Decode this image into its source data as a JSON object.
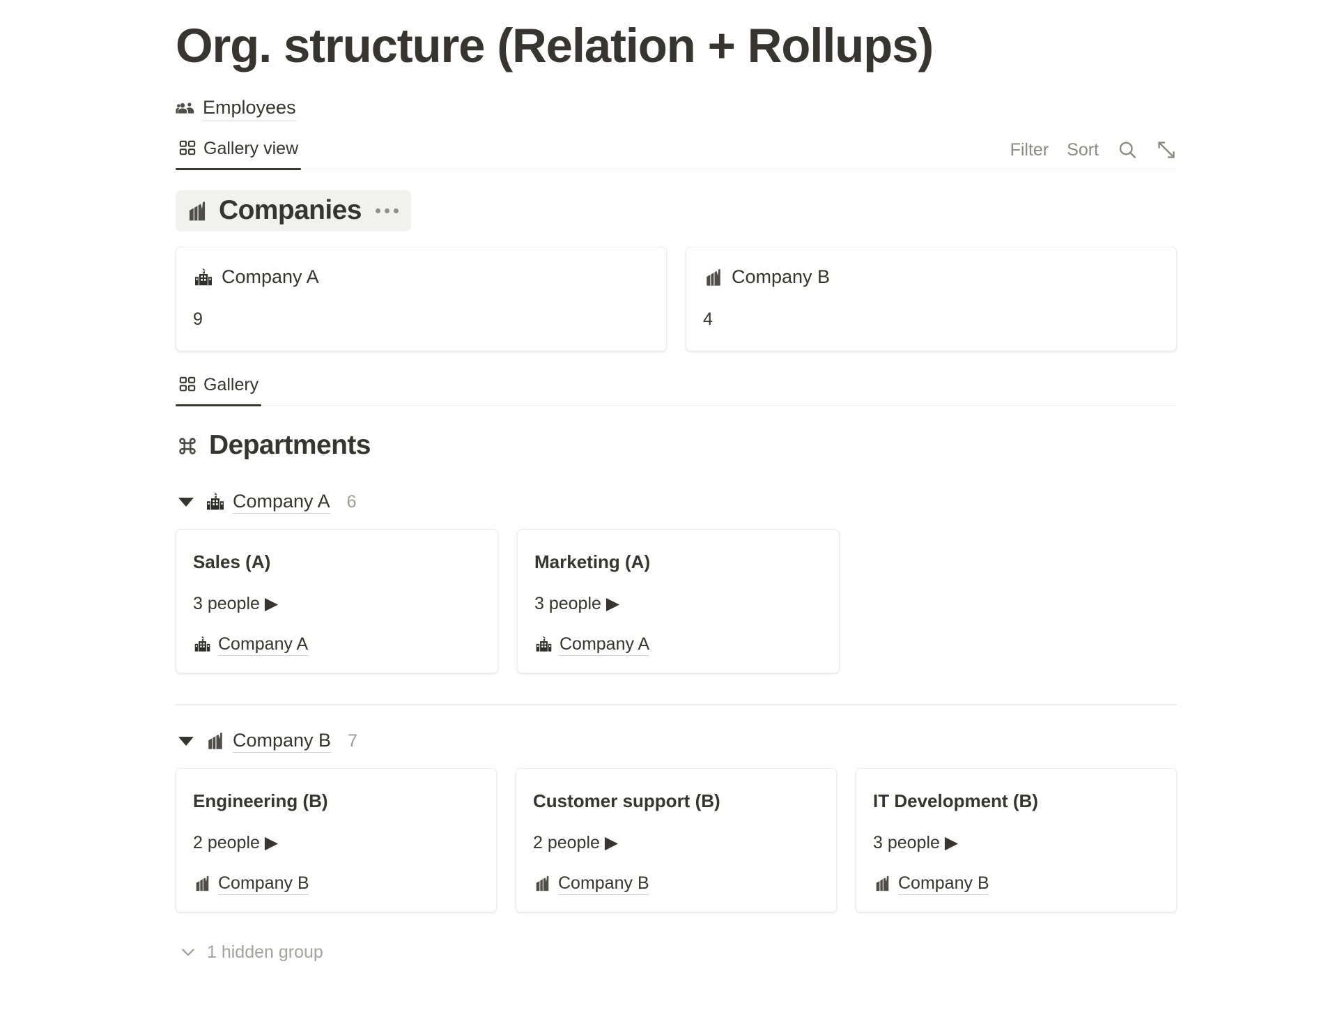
{
  "page": {
    "title": "Org. structure (Relation + Rollups)"
  },
  "source": {
    "icon": "people-group-icon",
    "label": "Employees"
  },
  "toolbars": [
    {
      "tab": {
        "icon": "gallery-grid-icon",
        "label": "Gallery view",
        "active": true
      },
      "actions": {
        "filter_label": "Filter",
        "sort_label": "Sort",
        "search_icon": "search-icon",
        "expand_icon": "expand-diagonal-icon"
      }
    },
    {
      "tab": {
        "icon": "gallery-grid-icon",
        "label": "Gallery",
        "active": true
      }
    }
  ],
  "sections": {
    "companies": {
      "icon": "factory-icon",
      "title": "Companies",
      "menu_icon": "ellipsis-icon",
      "highlighted": true,
      "cards": [
        {
          "icon": "school-building-icon",
          "title": "Company A",
          "value": "9"
        },
        {
          "icon": "factory-icon",
          "title": "Company B",
          "value": "4"
        }
      ]
    },
    "departments": {
      "icon": "command-loop-icon",
      "title": "Departments",
      "groups": [
        {
          "caret": "triangle-down-icon",
          "icon": "school-building-icon",
          "label": "Company A",
          "count": "6",
          "cards": [
            {
              "title": "Sales (A)",
              "people": "3 people ▶",
              "relation_icon": "school-building-icon",
              "relation_label": "Company A"
            },
            {
              "title": "Marketing (A)",
              "people": "3 people ▶",
              "relation_icon": "school-building-icon",
              "relation_label": "Company A"
            }
          ]
        },
        {
          "caret": "triangle-down-icon",
          "icon": "factory-icon",
          "label": "Company B",
          "count": "7",
          "cards": [
            {
              "title": "Engineering (B)",
              "people": "2 people ▶",
              "relation_icon": "factory-icon",
              "relation_label": "Company B"
            },
            {
              "title": "Customer support (B)",
              "people": "2 people ▶",
              "relation_icon": "factory-icon",
              "relation_label": "Company B"
            },
            {
              "title": "IT Development (B)",
              "people": "3 people ▶",
              "relation_icon": "factory-icon",
              "relation_label": "Company B"
            }
          ]
        }
      ],
      "hidden_group": {
        "icon": "chevron-down-icon",
        "label": "1 hidden group"
      }
    }
  },
  "colors": {
    "text": "#37352f",
    "muted": "#9b9a95",
    "border": "#eeedea",
    "highlight_bg": "#f1f1ef",
    "underline": "#d6d4d0"
  }
}
